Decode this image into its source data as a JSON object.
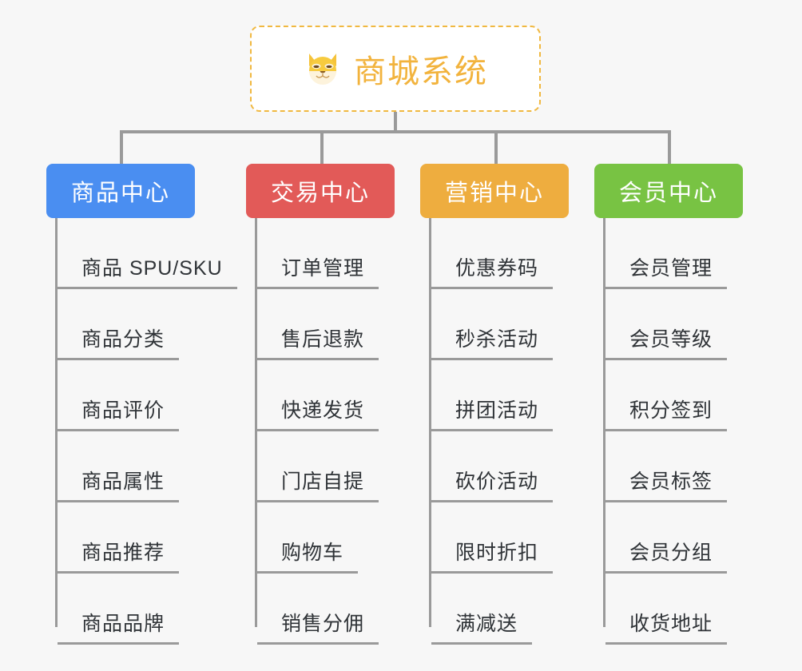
{
  "page": {
    "background_color": "#f7f7f7",
    "line_color": "#9a9a9a"
  },
  "root": {
    "title": "商城系统",
    "icon": "shiba-dog-face-icon",
    "border_color": "#f0b840",
    "text_color": "#f2b33d",
    "background_color": "#ffffff"
  },
  "categories": [
    {
      "label": "商品中心",
      "color": "#4a8ef1",
      "items": [
        "商品 SPU/SKU",
        "商品分类",
        "商品评价",
        "商品属性",
        "商品推荐",
        "商品品牌"
      ]
    },
    {
      "label": "交易中心",
      "color": "#e25a58",
      "items": [
        "订单管理",
        "售后退款",
        "快递发货",
        "门店自提",
        "购物车",
        "销售分佣"
      ]
    },
    {
      "label": "营销中心",
      "color": "#eead3f",
      "items": [
        "优惠券码",
        "秒杀活动",
        "拼团活动",
        "砍价活动",
        "限时折扣",
        "满减送"
      ]
    },
    {
      "label": "会员中心",
      "color": "#78c council",
      "items": [
        "会员管理",
        "会员等级",
        "积分签到",
        "会员标签",
        "会员分组",
        "收货地址"
      ]
    }
  ]
}
